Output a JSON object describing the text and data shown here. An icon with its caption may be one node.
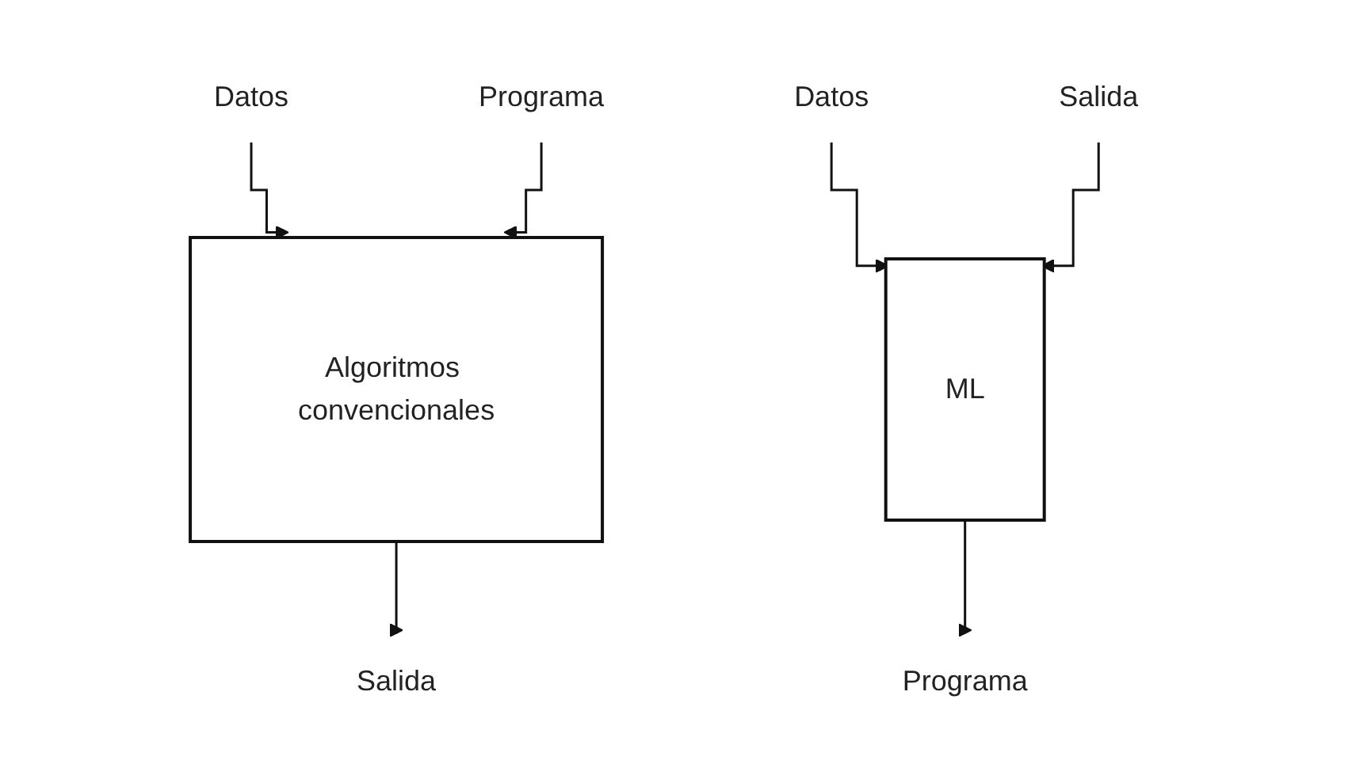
{
  "diagram": {
    "nodes": [
      {
        "text": [
          "Datos"
        ]
      },
      {
        "text": [
          "Programa"
        ]
      },
      {
        "text": [
          "Algoritmos convencionales"
        ]
      },
      {
        "text": [
          "Salida"
        ]
      },
      {
        "text": [
          "Datos"
        ]
      },
      {
        "text": [
          "Salida"
        ]
      },
      {
        "text": [
          "ML"
        ]
      },
      {
        "text": [
          "Programa"
        ]
      }
    ],
    "edges": [
      {
        "from": 0,
        "to": 2,
        "arrow": "to"
      },
      {
        "from": 1,
        "to": 2,
        "arrow": "to"
      },
      {
        "from": 2,
        "to": 3,
        "arrow": "to"
      },
      {
        "from": 4,
        "to": 6,
        "arrow": "to"
      },
      {
        "from": 5,
        "to": 6,
        "arrow": "to"
      },
      {
        "from": 6,
        "to": 7,
        "arrow": "to"
      }
    ]
  }
}
